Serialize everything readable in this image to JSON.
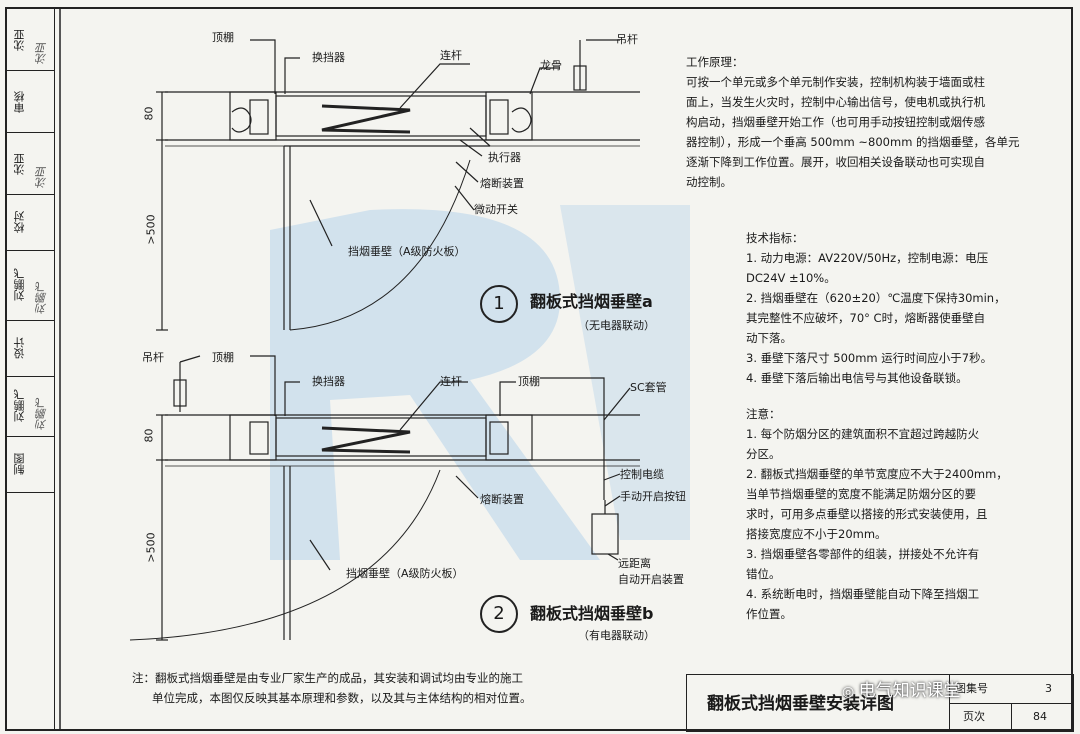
{
  "side_panel": [
    {
      "role": "审核",
      "sig": "沈亚"
    },
    {
      "role": "校对",
      "sig": "沈亚"
    },
    {
      "role": "设计",
      "sig": "刘鹏飞"
    },
    {
      "role": "制图",
      "sig": "刘鹏飞"
    }
  ],
  "side_labels": {
    "shenhe": "审核",
    "zongzhi": "沈亚",
    "jiaodui": "校对",
    "sheji": "设计",
    "zhitu": "制图",
    "name1": "刘鹏飞",
    "name2": "刘鹏飞",
    "name3": "沈亚"
  },
  "diagram_a": {
    "labels": {
      "ceiling": "顶棚",
      "hanger": "吊杆",
      "keel": "龙骨",
      "rod": "连杆",
      "gear": "换挡器",
      "actuator": "执行器",
      "fuse": "熔断装置",
      "microswitch": "微动开关",
      "curtain": "挡烟垂壁（A级防火板）"
    },
    "dim_80": "80",
    "dim_500": ">500",
    "number": "1",
    "title": "翻板式挡烟垂壁a",
    "subtitle": "（无电器联动）"
  },
  "diagram_b": {
    "labels": {
      "hanger": "吊杆",
      "ceiling": "顶棚",
      "ceiling2": "顶棚",
      "gear": "换挡器",
      "rod": "连杆",
      "sc": "SC套管",
      "cable": "控制电缆",
      "manual": "手动开启按钮",
      "fuse": "熔断装置",
      "curtain": "挡烟垂壁（A级防火板）",
      "remote1": "远距离",
      "remote2": "自动开启装置"
    },
    "dim_80": "80",
    "dim_500": ">500",
    "number": "2",
    "title": "翻板式挡烟垂壁b",
    "subtitle": "（有电器联动）"
  },
  "principle": {
    "heading": "工作原理：",
    "lines": [
      "可按一个单元或多个单元制作安装，控制机构装于墙面或柱",
      "面上，当发生火灾时，控制中心输出信号，使电机或执行机",
      "构启动，挡烟垂壁开始工作（也可用手动按钮控制或烟传感",
      "器控制），形成一个垂高 500mm ~800mm 的挡烟垂壁，各单元",
      "逐渐下降到工作位置。展开，收回相关设备联动也可实现自",
      "动控制。"
    ]
  },
  "specs": {
    "heading": "技术指标：",
    "lines": [
      "1. 动力电源：AV220V/50Hz，控制电源：电压",
      "   DC24V ±10%。",
      "2. 挡烟垂壁在（620±20）℃温度下保持30min，",
      "   其完整性不应破坏，70° C时，熔断器使垂壁自",
      "   动下落。",
      "3. 垂壁下落尺寸 500mm 运行时间应小于7秒。",
      "4. 垂壁下落后输出电信号与其他设备联锁。"
    ]
  },
  "notes": {
    "heading": "注意：",
    "lines": [
      "1. 每个防烟分区的建筑面积不宜超过跨越防火",
      "   分区。",
      "2. 翻板式挡烟垂壁的单节宽度应不大于2400mm，",
      "   当单节挡烟垂壁的宽度不能满足防烟分区的要",
      "   求时，可用多点垂壁以搭接的形式安装使用，且",
      "   搭接宽度应不小于20mm。",
      "3. 挡烟垂壁各零部件的组装，拼接处不允许有",
      "   错位。",
      "4. 系统断电时，挡烟垂壁能自动下降至挡烟工",
      "   作位置。"
    ]
  },
  "bottom_note": {
    "line1": "注：翻板式挡烟垂壁是由专业厂家生产的成品，其安装和调试均由专业的施工",
    "line2": "单位完成，本图仅反映其基本原理和参数，以及其与主体结构的相对位置。"
  },
  "title_block": {
    "title": "翻板式挡烟垂壁安装详图",
    "atlas_label": "图集号",
    "atlas_no": "3",
    "page_label": "页次",
    "page_no": "84"
  },
  "watermark": "电气知识课堂"
}
